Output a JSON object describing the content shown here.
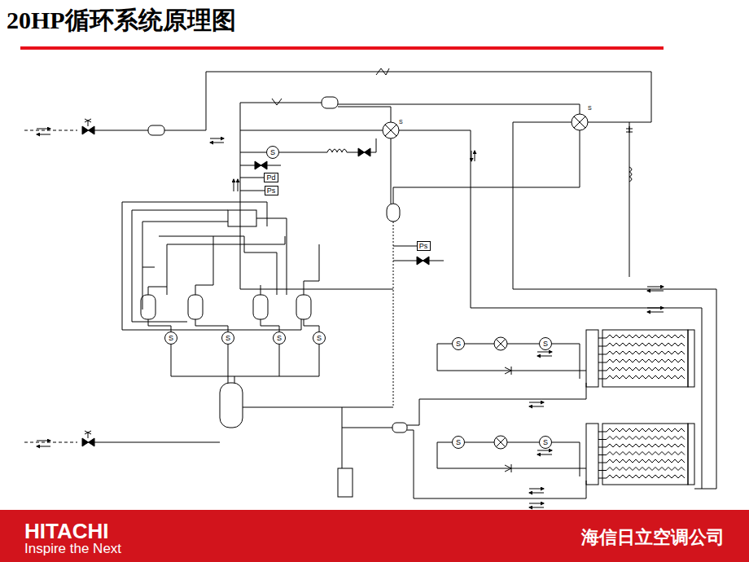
{
  "diagram": {
    "title": "20HP循环系统原理图",
    "nodes": [
      {
        "text": [
          "S"
        ]
      },
      {
        "text": [
          "Pd"
        ]
      },
      {
        "text": [
          "Ps"
        ]
      },
      {
        "text": [
          "Ps"
        ]
      },
      {
        "text": [
          "S"
        ]
      },
      {
        "text": [
          "S"
        ]
      },
      {
        "text": [
          "S"
        ]
      },
      {
        "text": [
          "S"
        ]
      },
      {
        "text": [
          "S"
        ]
      },
      {
        "text": [
          "S"
        ]
      },
      {
        "text": [
          "S"
        ]
      },
      {
        "text": [
          "S"
        ]
      }
    ],
    "edges": [
      {
        "from": 8,
        "to": 9,
        "arrow": "none"
      },
      {
        "from": 10,
        "to": 11,
        "arrow": "none"
      }
    ],
    "labels": [
      "S",
      "S",
      "HITACHI",
      "Inspire the Next",
      "海信日立空调公司"
    ]
  }
}
